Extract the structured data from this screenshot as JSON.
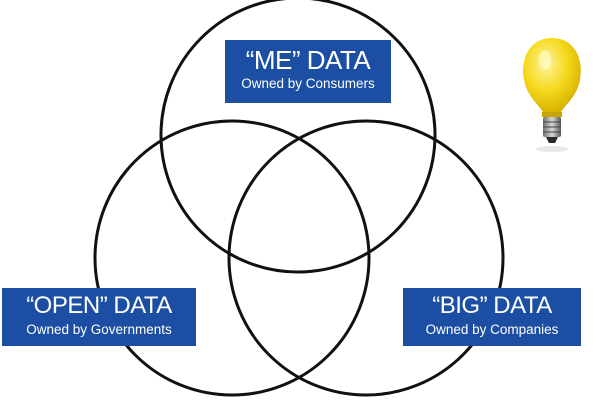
{
  "diagram": {
    "type": "venn-3",
    "circles": [
      {
        "id": "me",
        "title": "“ME” DATA",
        "subtitle": "Owned by Consumers"
      },
      {
        "id": "open",
        "title": "“OPEN” DATA",
        "subtitle": "Owned by Governments"
      },
      {
        "id": "big",
        "title": "“BIG” DATA",
        "subtitle": "Owned by Companies"
      }
    ],
    "colors": {
      "label_background": "#1c4fa3",
      "label_text": "#ffffff",
      "circle_stroke": "#111111",
      "bulb": "#f2d21a"
    },
    "icon": "lightbulb-icon"
  }
}
